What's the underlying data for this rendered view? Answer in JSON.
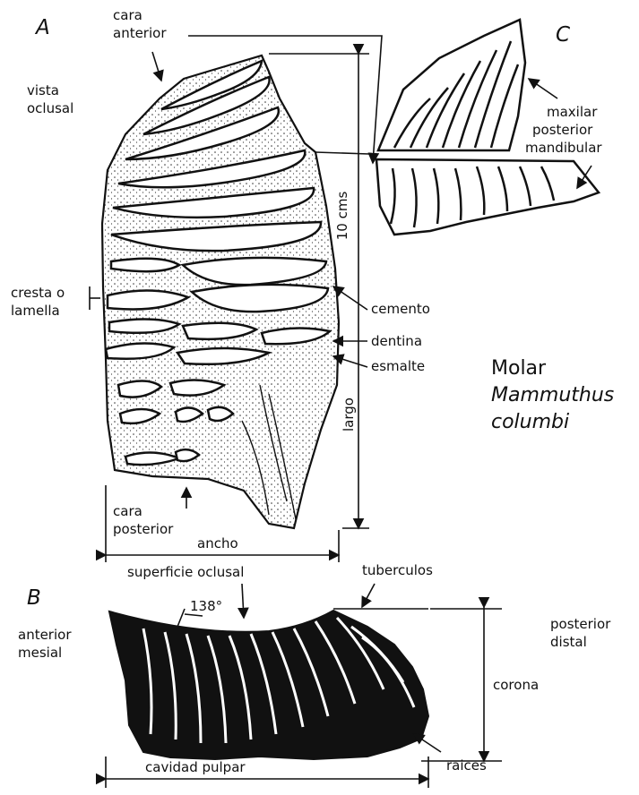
{
  "panels": {
    "a": "A",
    "b": "B",
    "c": "C"
  },
  "labels": {
    "cara_anterior_1": "cara",
    "cara_anterior_2": "anterior",
    "vista_1": "vista",
    "vista_2": "oclusal",
    "diez_cms": "10 cms",
    "cresta_1": "cresta o",
    "cresta_2": "lamella",
    "cemento": "cemento",
    "dentina": "dentina",
    "esmalte": "esmalte",
    "largo": "largo",
    "cara_posterior_1": "cara",
    "cara_posterior_2": "posterior",
    "ancho": "ancho",
    "maxilar": "maxilar",
    "posterior": "posterior",
    "mandibular": "mandibular",
    "superficie": "superficie oclusal",
    "tuberculos": "tuberculos",
    "angle": "138°",
    "anterior_b_1": "anterior",
    "anterior_b_2": "mesial",
    "posterior_b_1": "posterior",
    "posterior_b_2": "distal",
    "corona": "corona",
    "raices": "raices",
    "cavidad": "cavidad pulpar"
  },
  "title": {
    "line1": "Molar",
    "line2": "Mammuthus",
    "line3": "columbi"
  }
}
